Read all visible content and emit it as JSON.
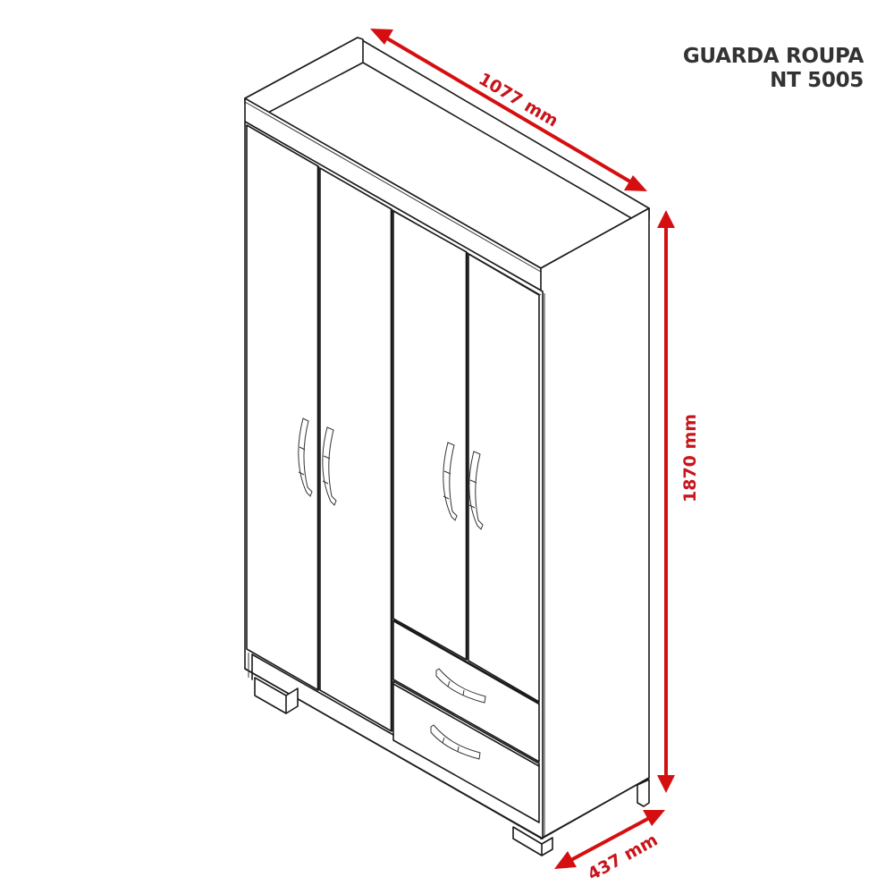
{
  "title": {
    "line1": "GUARDA ROUPA",
    "line2": "NT 5005"
  },
  "product": {
    "type": "wardrobe",
    "doors": 4,
    "drawers": 2,
    "feet": 4
  },
  "dimensions": {
    "width": "1077 mm",
    "height": "1870 mm",
    "depth": "437 mm"
  },
  "colors": {
    "dimension_red": "#d50f10",
    "title_gray": "#333333",
    "line_black": "#1a1a1a",
    "background": "#ffffff"
  }
}
